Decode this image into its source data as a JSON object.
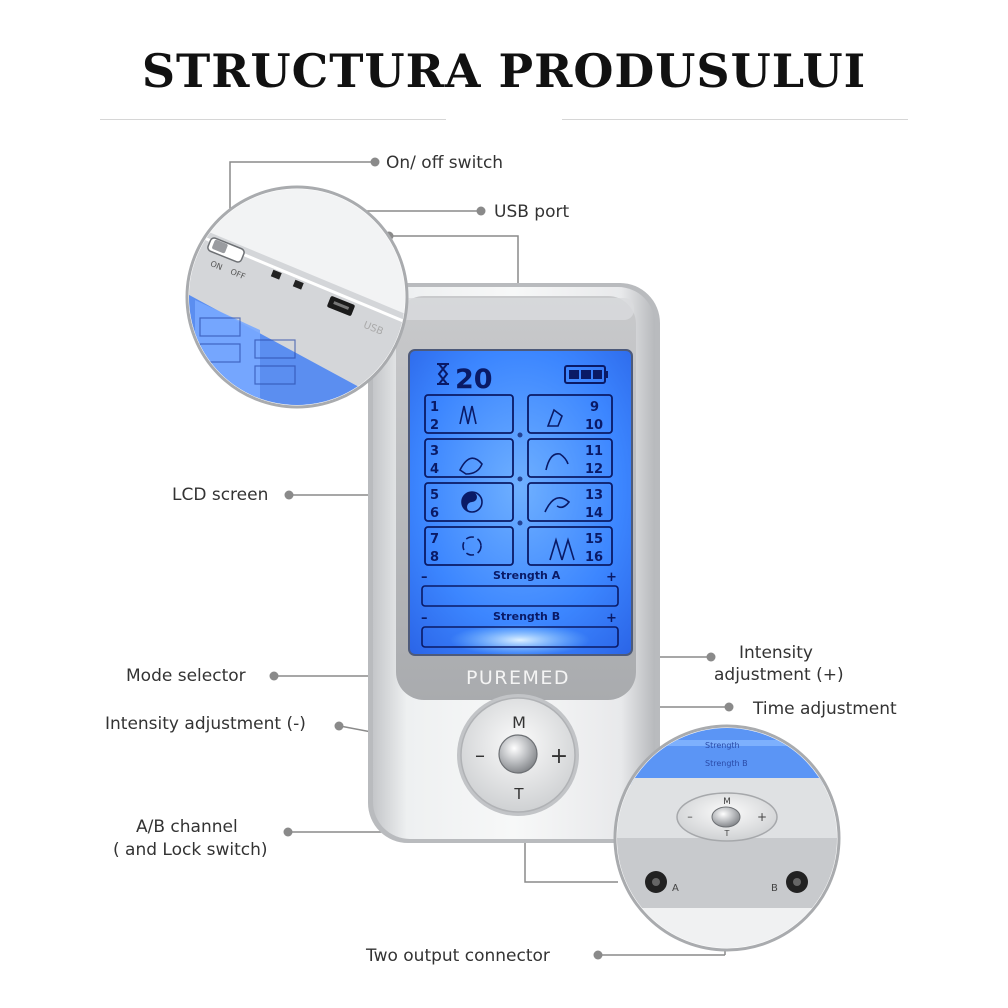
{
  "title": "STRUCTURA PRODUSULUI",
  "brand": "PUREMED",
  "switch_labels": {
    "on": "ON",
    "off": "OFF"
  },
  "usb_text": "USB",
  "lcd": {
    "timer": "20",
    "programs_left": [
      [
        "1",
        "2"
      ],
      [
        "3",
        "4"
      ],
      [
        "5",
        "6"
      ],
      [
        "7",
        "8"
      ]
    ],
    "programs_right": [
      [
        "9",
        "10"
      ],
      [
        "11",
        "12"
      ],
      [
        "13",
        "14"
      ],
      [
        "15",
        "16"
      ]
    ],
    "strength_a": "Strength  A",
    "strength_b": "Strength  B",
    "minus": "–",
    "plus": "+"
  },
  "buttons": {
    "mode": "M",
    "time": "T",
    "minus": "–",
    "plus": "+"
  },
  "connectors": {
    "a": "A",
    "b": "B"
  },
  "callouts": {
    "on_off": "On/ off switch",
    "usb": "USB port",
    "lcd": "LCD screen",
    "mode": "Mode selector",
    "intensity_minus": "Intensity adjustment (-)",
    "ab_channel_1": "A/B channel",
    "ab_channel_2": "( and Lock switch)",
    "intensity_plus_1": "Intensity",
    "intensity_plus_2": "adjustment (+)",
    "time": "Time adjustment",
    "output": "Two output connector"
  },
  "colors": {
    "lcd_blue": "#2f7bff",
    "body_silver": "#d9dadc",
    "leader_grey": "#8a8a8a"
  }
}
